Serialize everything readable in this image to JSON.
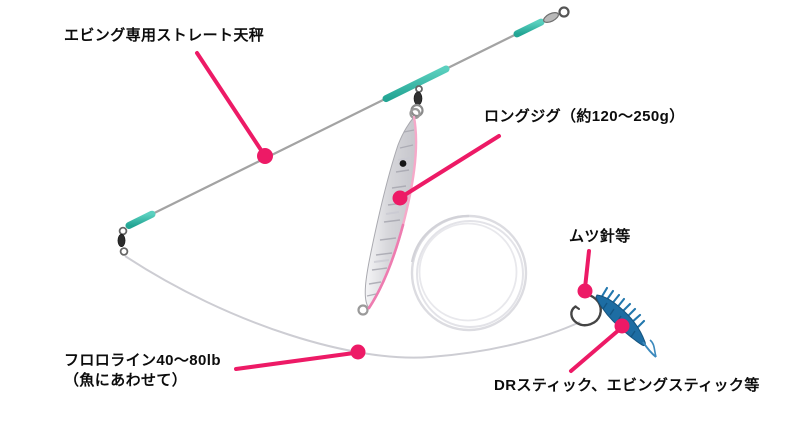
{
  "diagram": {
    "title": "ebing-rig-diagram",
    "labels": {
      "tenbin": "エビング専用ストレート天秤",
      "jig": "ロングジグ（約120〜250g）",
      "hook": "ムツ針等",
      "fluoro_line1": "フロロライン40〜80lb",
      "fluoro_line2": "（魚にあわせて）",
      "stick": "DRスティック、エビングスティック等"
    },
    "colors": {
      "callout_pink": "#ed1a66",
      "sleeve_teal": "#38bcab",
      "wire_gray": "#a3a3a3",
      "leader_gray": "#cdcdd3",
      "coil_gray": "#dfdfe4",
      "jig_silver": "#d9d9dd",
      "jig_edge_pink": "#f286b4",
      "lure_blue": "#1d6da3",
      "hook_dark": "#454545",
      "text_black": "#0c0c0c",
      "background": "#ffffff"
    }
  }
}
